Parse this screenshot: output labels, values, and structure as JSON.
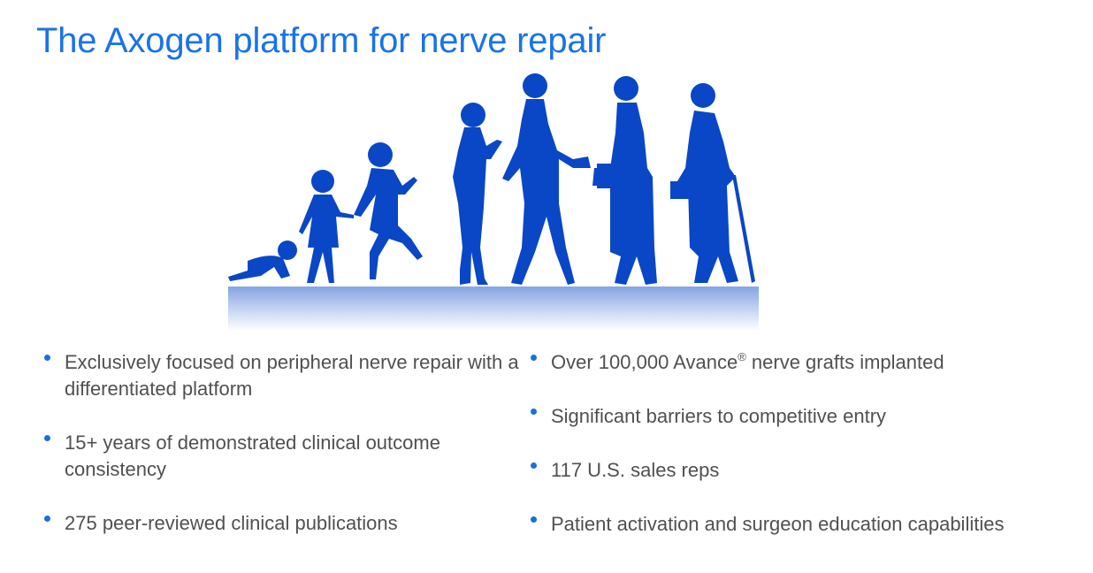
{
  "slide": {
    "title": "The Axogen platform for nerve repair",
    "colors": {
      "title": "#1a73e8",
      "bullet": "#1a6fe0",
      "body_text": "#505050",
      "silhouette": "#0a47c6"
    },
    "illustration": {
      "icon": "human-life-stages-silhouettes",
      "figures": [
        "crawling baby",
        "toddler",
        "running girl",
        "teen girl",
        "young woman with clutch",
        "woman with handbag and umbrella",
        "elderly woman with cane"
      ]
    },
    "left_bullets": [
      {
        "text": "Exclusively focused on peripheral nerve repair with a differentiated platform"
      },
      {
        "text": "15+ years of demonstrated clinical outcome consistency"
      },
      {
        "text": "275 peer-reviewed clinical publications"
      }
    ],
    "right_bullets": [
      {
        "text_before": "Over 100,000 Avance",
        "sup": "®",
        "text_after": " nerve grafts implanted"
      },
      {
        "text": "Significant barriers to competitive entry"
      },
      {
        "text": "117 U.S. sales reps"
      },
      {
        "text": "Patient activation and surgeon education capabilities"
      }
    ]
  }
}
